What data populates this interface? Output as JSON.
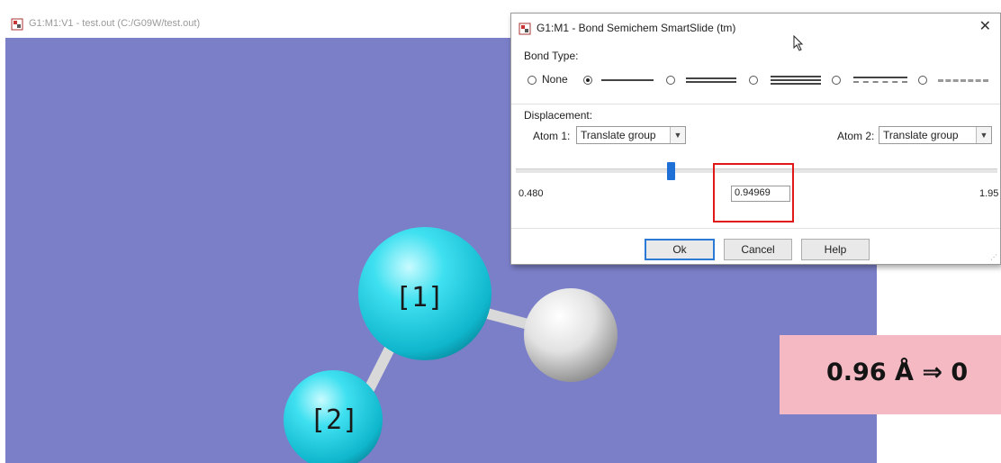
{
  "viewer": {
    "title": "G1:M1:V1 - test.out (C:/G09W/test.out)",
    "molecule": {
      "atom1_label": "[1]",
      "atom2_label": "[2]"
    },
    "colors": {
      "background": "#7b7fc8",
      "heavy_atom": "#1fd2e6",
      "hydrogen_atom": "#e6e6e6"
    }
  },
  "dialog": {
    "title": "G1:M1 - Bond Semichem SmartSlide (tm)",
    "close_icon": "close-icon",
    "bond_type": {
      "heading": "Bond Type:",
      "options": [
        {
          "label": "None",
          "checked": false
        },
        {
          "label": "",
          "kind": "single",
          "checked": true
        },
        {
          "label": "",
          "kind": "double",
          "checked": false
        },
        {
          "label": "",
          "kind": "triple",
          "checked": false
        },
        {
          "label": "",
          "kind": "aromatic",
          "checked": false
        },
        {
          "label": "",
          "kind": "partial",
          "checked": false
        }
      ]
    },
    "displacement": {
      "heading": "Displacement:",
      "atom1_label": "Atom 1:",
      "atom1_value": "Translate group",
      "atom2_label": "Atom 2:",
      "atom2_value": "Translate group"
    },
    "slider": {
      "min_label": "0.480",
      "max_label": "1.95",
      "value": "0.94969"
    },
    "buttons": {
      "ok": "Ok",
      "cancel": "Cancel",
      "help": "Help"
    },
    "highlight_color": "#e01818"
  },
  "annotation": {
    "text": "0.96 Å ⇒ 0",
    "background": "#f4b9c3"
  }
}
